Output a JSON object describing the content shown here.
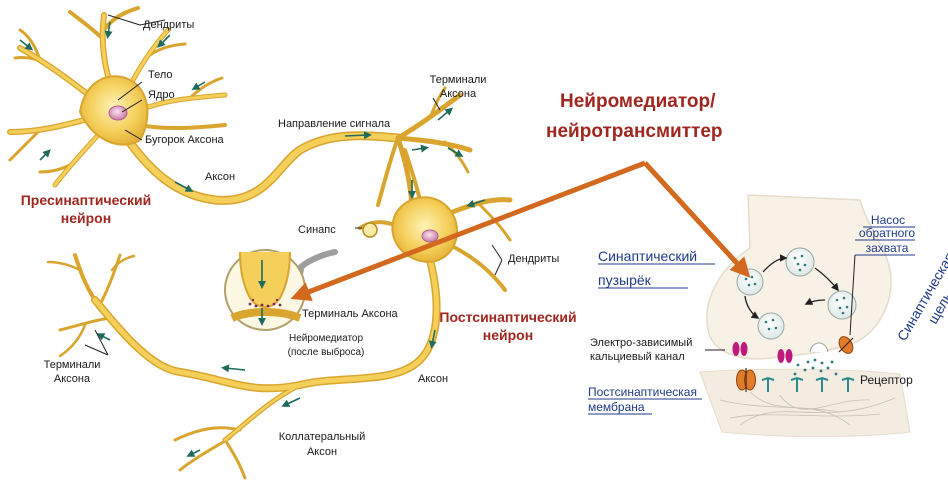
{
  "neuron_labels": {
    "dendrites_top": "Дендриты",
    "body": "Тело",
    "nucleus": "Ядро",
    "axon_hillock": "Бугорок Аксона",
    "axon_top": "Аксон",
    "presynaptic_neuron": [
      "Пресинаптический",
      "нейрон"
    ],
    "signal_direction": "Направление сигнала",
    "axon_terminals_top": [
      "Терминали",
      "Аксона"
    ],
    "synapse": "Синапс",
    "dendrites_right": "Дендриты",
    "axon_terminal": "Терминаль Аксона",
    "neurotransmitter_released": [
      "Нейромедиатор",
      "(после выброса)"
    ],
    "postsynaptic_neuron": [
      "Постсинаптический",
      "нейрон"
    ],
    "axon_bottom": "Аксон",
    "axon_terminals_left": [
      "Терминали",
      "Аксона"
    ],
    "collateral_axon": [
      "Коллатеральный",
      "Аксон"
    ]
  },
  "neurotransmitter_title": [
    "Нейромедиатор/",
    "нейротрансмиттер"
  ],
  "synapse_labels": {
    "synaptic_vesicle": [
      "Синаптический",
      "пузырёк"
    ],
    "reuptake_pump": [
      "Насос",
      "обратного",
      "захвата"
    ],
    "synaptic_cleft": [
      "Синаптическая",
      "щель"
    ],
    "calcium_channel": [
      "Электро-зависимый",
      "кальциевый канал"
    ],
    "postsynaptic_membrane": [
      "Постсинаптическая",
      "мембрана"
    ],
    "receptor": "Рецептор"
  },
  "colors": {
    "neuron_fill": "#f4cf5a",
    "neuron_stroke": "#d9a52e",
    "title_red": "#a0271f",
    "arrow_orange": "#d2691e",
    "label_blue": "#1f3a8a",
    "signal_arrow_teal": "#1f6b5e",
    "channel_magenta": "#c0197e",
    "pump_orange": "#e07b2a",
    "receptor_teal": "#2a8a8f"
  }
}
